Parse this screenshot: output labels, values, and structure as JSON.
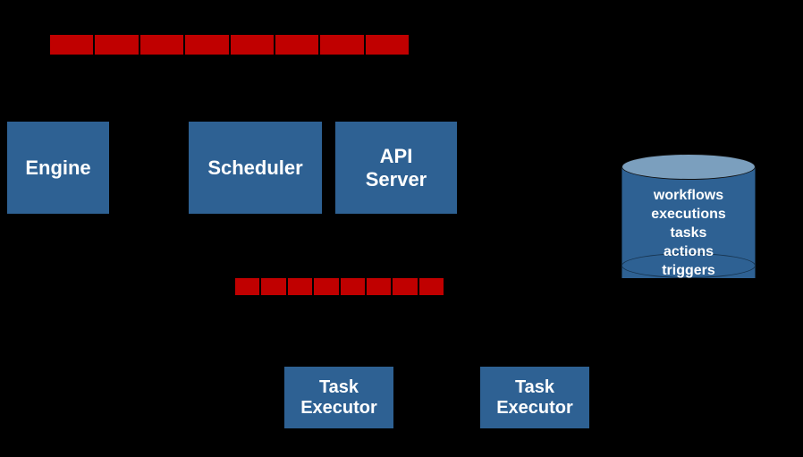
{
  "diagram": {
    "background_color": "#000000",
    "accent_blue": "#2E6193",
    "accent_blue_light": "#7B9FBE",
    "accent_red": "#C00000",
    "text_color": "#FFFFFF"
  },
  "bars": {
    "top": {
      "name": "top-red-bar",
      "segment_count": 8
    },
    "middle": {
      "name": "middle-red-bar",
      "segment_count": 8
    }
  },
  "components": {
    "engine": {
      "label": "Engine"
    },
    "scheduler": {
      "label": "Scheduler"
    },
    "api_server": {
      "label": "API\nServer"
    },
    "task_executor_1": {
      "label": "Task\nExecutor"
    },
    "task_executor_2": {
      "label": "Task\nExecutor"
    }
  },
  "database": {
    "name": "database-cylinder",
    "tables": [
      "workflows",
      "executions",
      "tasks",
      "actions",
      "triggers"
    ]
  }
}
